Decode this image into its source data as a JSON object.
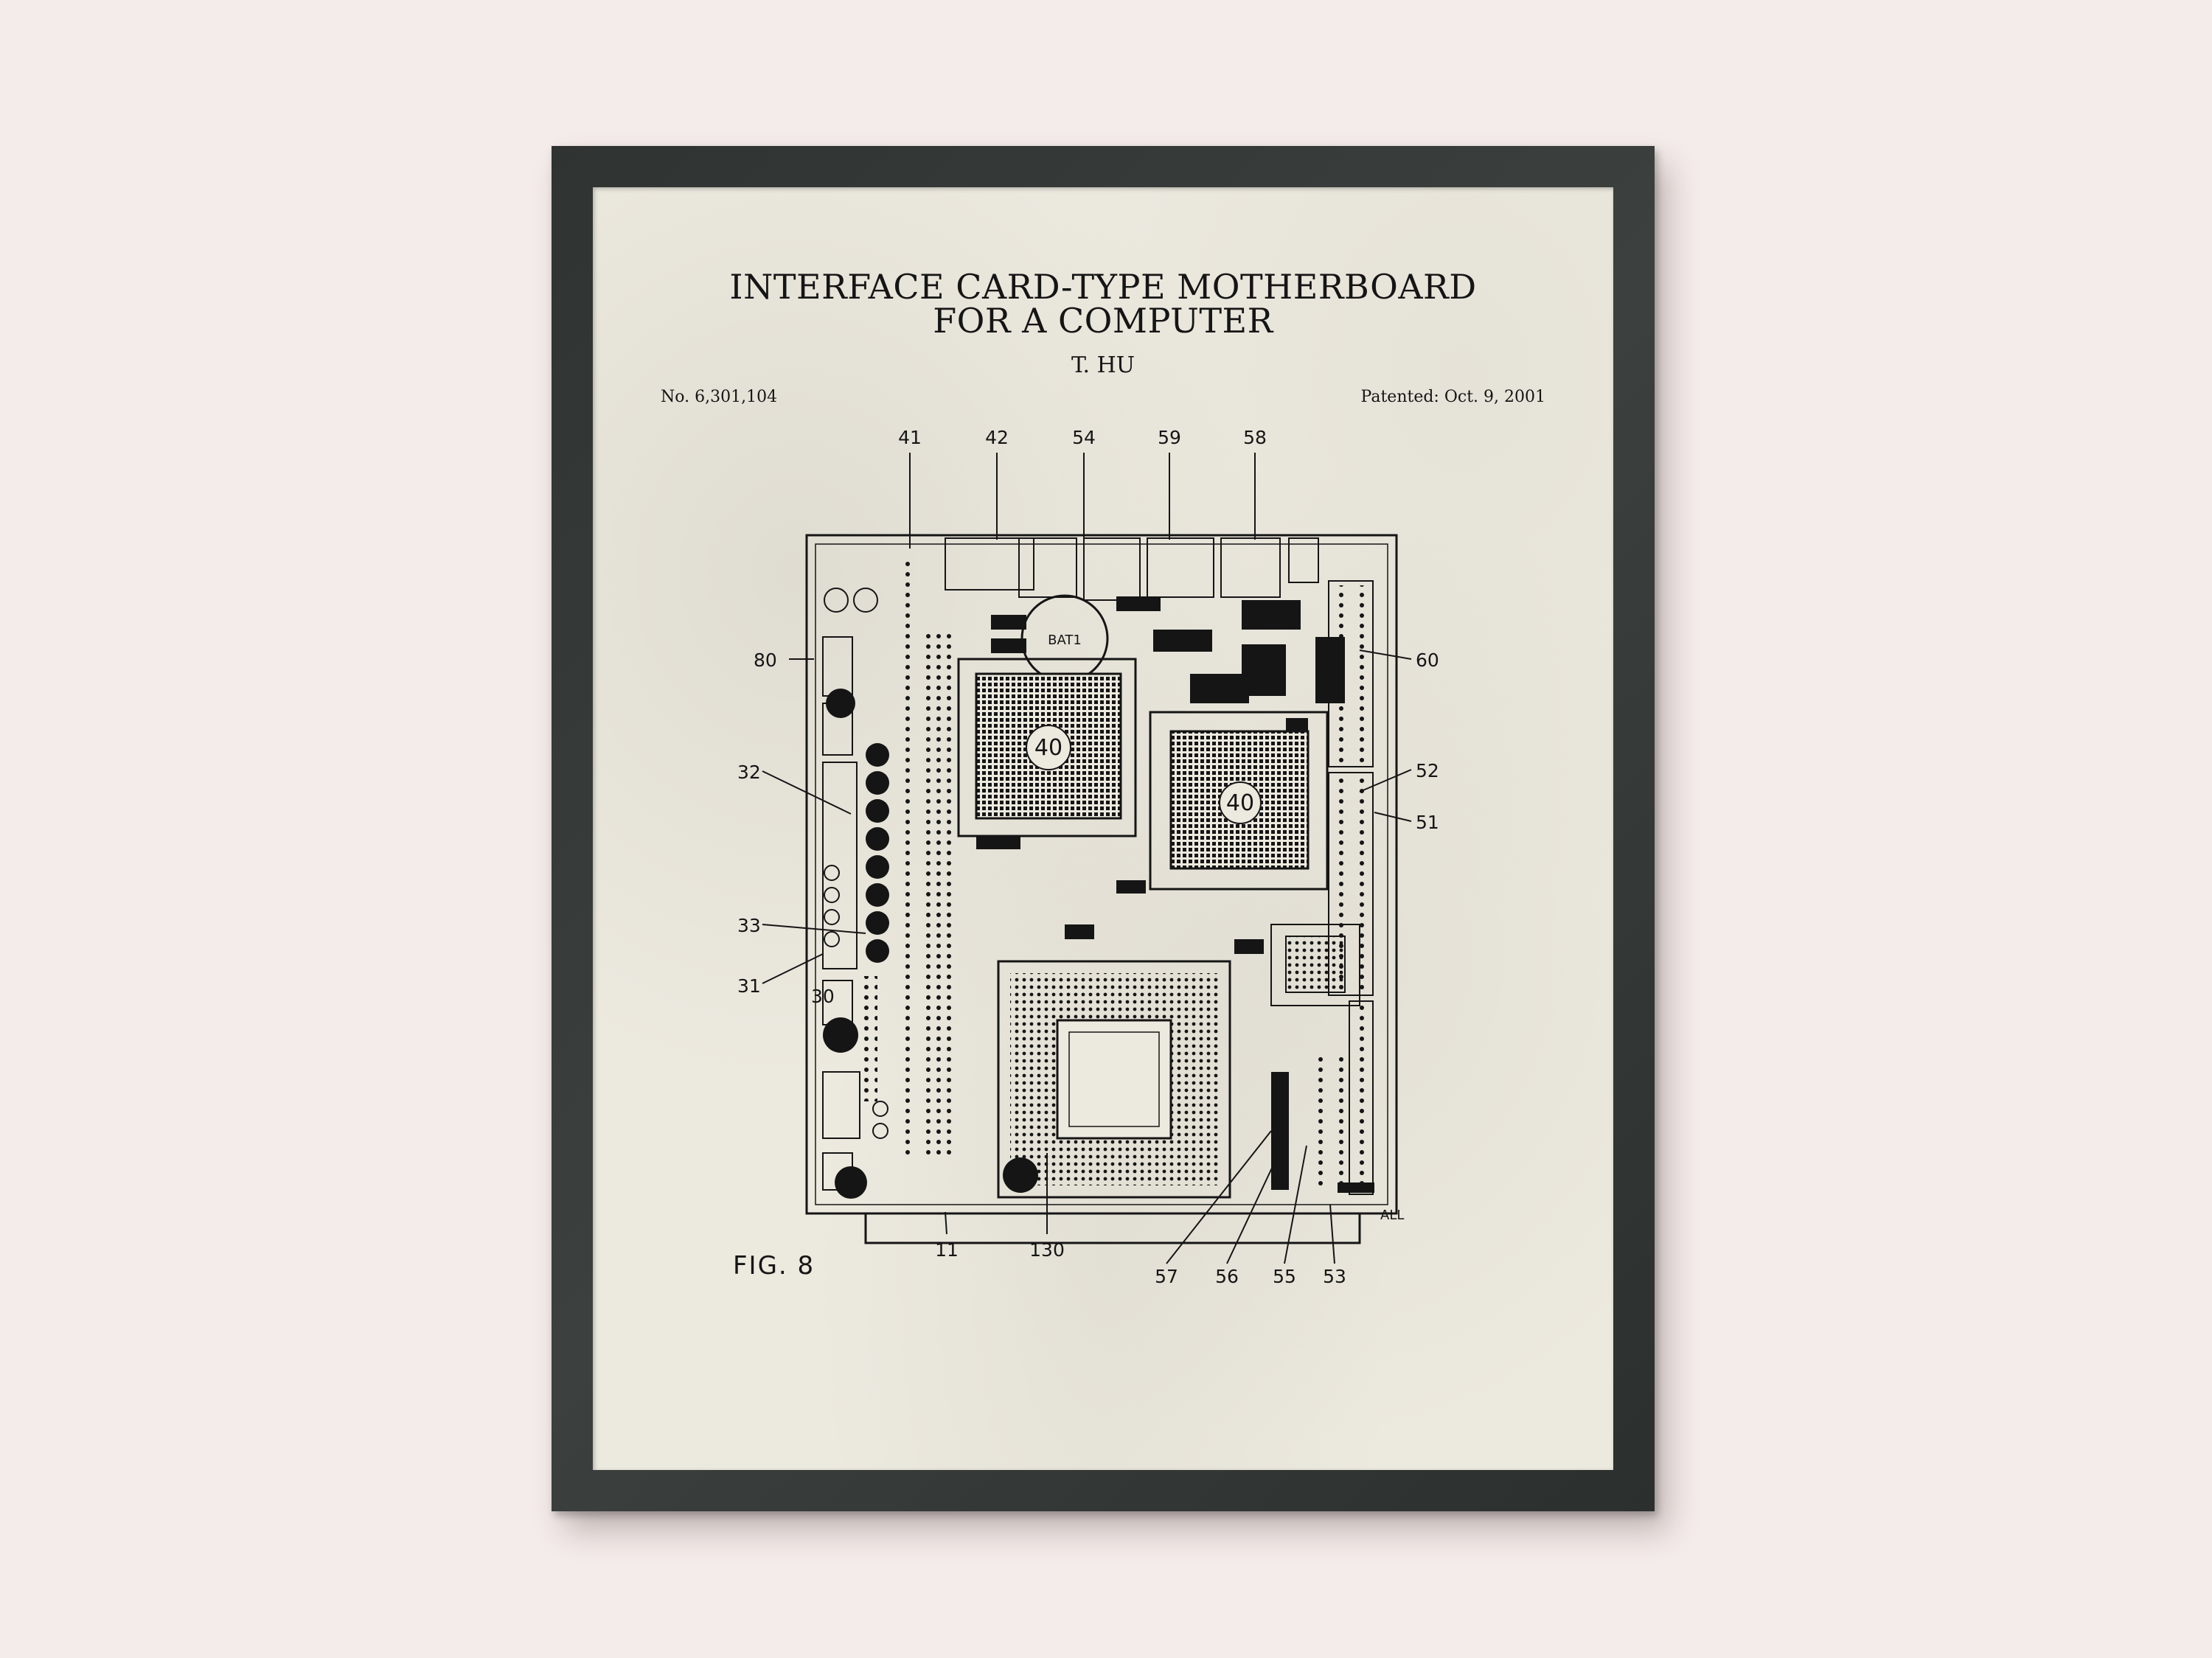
{
  "poster": {
    "title_line1": "INTERFACE CARD-TYPE MOTHERBOARD",
    "title_line2": "FOR A COMPUTER",
    "inventor": "T. HU",
    "patent_number": "No. 6,301,104",
    "patent_date": "Patented: Oct. 9, 2001",
    "figure_label": "FIG. 8"
  },
  "labels": {
    "l41": "41",
    "l42": "42",
    "l54": "54",
    "l59": "59",
    "l58": "58",
    "l60": "60",
    "l80": "80",
    "l32": "32",
    "l52": "52",
    "l51": "51",
    "l33": "33",
    "l31": "31",
    "l30": "30",
    "l11": "11",
    "l130": "130",
    "l57": "57",
    "l56": "56",
    "l55": "55",
    "l53": "53",
    "all": "ALL",
    "bat": "BAT1",
    "chip1": "40",
    "chip2": "40"
  },
  "colors": {
    "frame": "#2f3331",
    "paper": "#ece9df",
    "wall": "#f4ecea",
    "ink": "#151515"
  }
}
